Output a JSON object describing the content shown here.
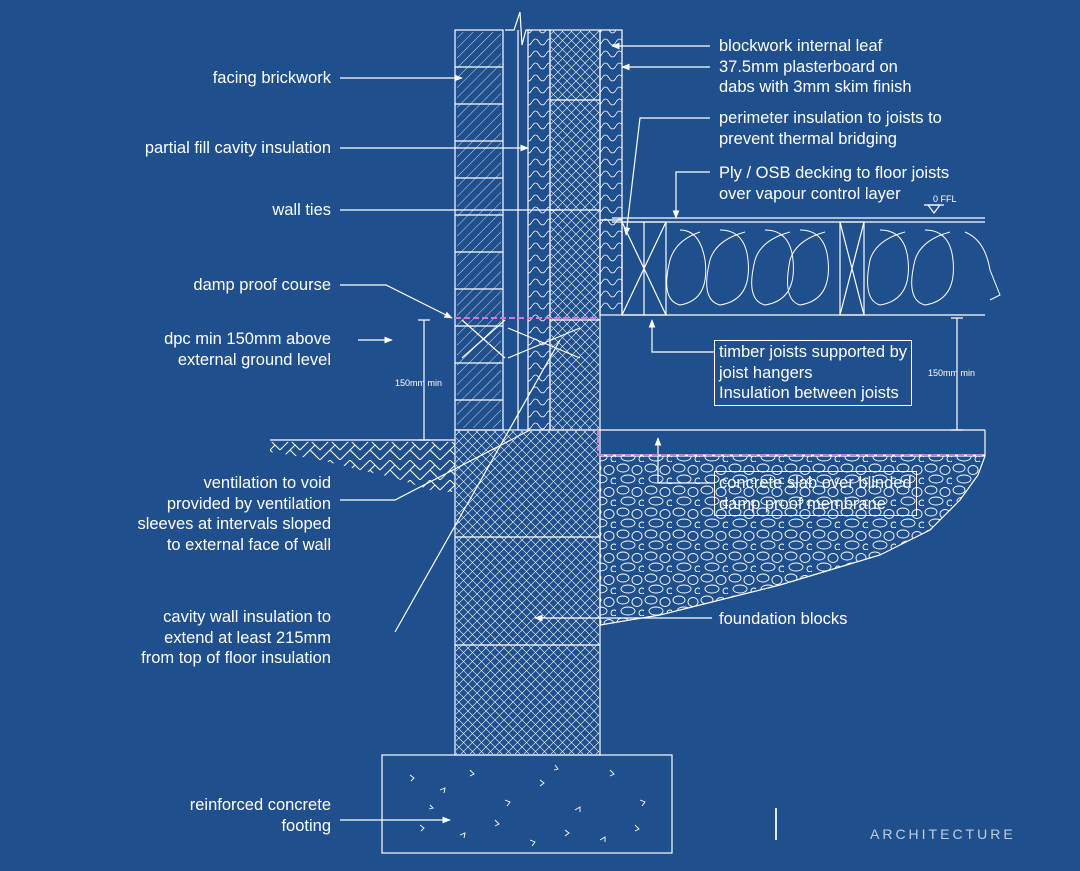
{
  "labels": {
    "facing_brickwork": "facing brickwork",
    "partial_fill": "partial fill cavity insulation",
    "wall_ties": "wall ties",
    "damp_proof_course": "damp proof course",
    "dpc_min": "dpc min 150mm above\nexternal ground level",
    "ventilation": "ventilation to void\nprovided by ventilation\nsleeves at intervals sloped\nto external face of wall",
    "cavity_wall_insulation": "cavity wall insulation to\nextend at least 215mm\nfrom top of floor insulation",
    "reinforced_footing": "reinforced concrete\nfooting",
    "blockwork_internal": "blockwork internal leaf\n37.5mm plasterboard on\ndabs with 3mm skim finish",
    "perimeter_insulation": "perimeter insulation to joists to\nprevent thermal bridging",
    "ply_osb": "Ply / OSB decking to floor joists\nover vapour control layer",
    "timber_joists": "timber joists supported by\njoist hangers\nInsulation between joists",
    "concrete_slab": "concrete slab over blinded\ndamp proof membrane",
    "foundation_blocks": "foundation blocks"
  },
  "dimensions": {
    "dim_left": "150mm min",
    "dim_right": "150mm min",
    "ffl": "0 FFL"
  },
  "brand": "ARCHITECTURE",
  "colors": {
    "background": "#1f4f8c",
    "line": "#ffffff",
    "membrane": "#d27ad2"
  }
}
